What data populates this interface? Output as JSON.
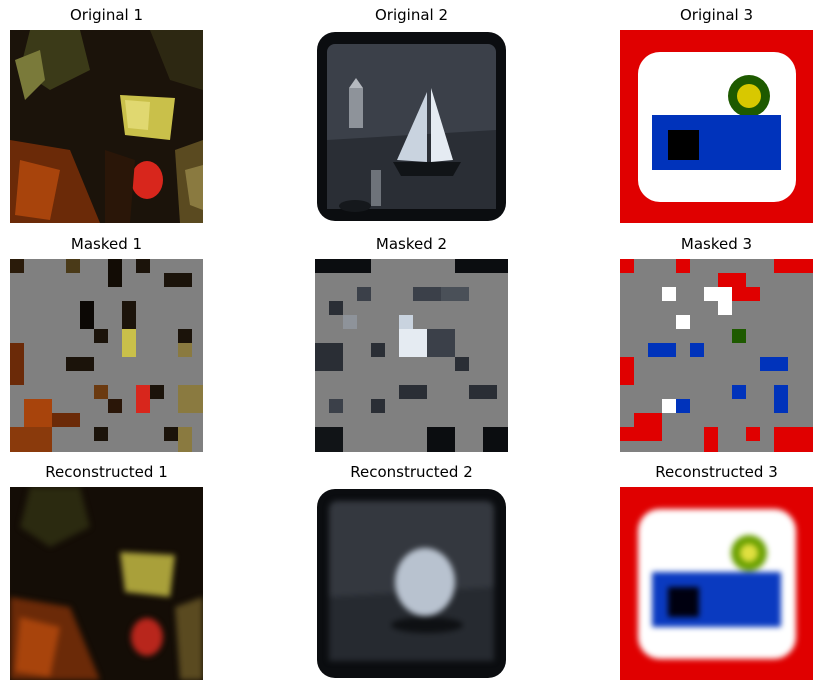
{
  "panels": [
    {
      "title": "Original 1"
    },
    {
      "title": "Original 2"
    },
    {
      "title": "Original 3"
    },
    {
      "title": "Masked 1"
    },
    {
      "title": "Masked 2"
    },
    {
      "title": "Masked 3"
    },
    {
      "title": "Reconstructed 1"
    },
    {
      "title": "Reconstructed 2"
    },
    {
      "title": "Reconstructed 3"
    }
  ],
  "colors": {
    "mask_gray": "#808080",
    "painting_dark": "#1b130a",
    "painting_red": "#d8261c",
    "painting_yellow": "#c9c04a",
    "boat_bg": "#3b4049",
    "boat_sail": "#c9d3df",
    "sign_red": "#e00000",
    "sign_white": "#ffffff",
    "sign_blue": "#0033bb",
    "sign_green": "#1e5a00",
    "sign_yellow": "#d8c800"
  }
}
